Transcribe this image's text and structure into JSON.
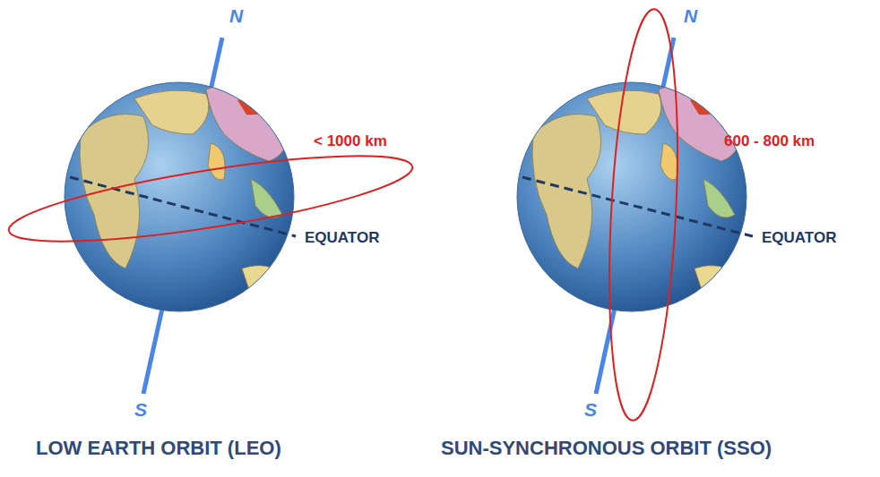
{
  "diagram": {
    "labels": [
      "N",
      "< 1000 km",
      "EQUATOR",
      "S",
      "LOW EARTH ORBIT (LEO)",
      "N",
      "600 - 800 km",
      "EQUATOR",
      "S",
      "SUN-SYNCHRONOUS ORBIT (SSO)"
    ]
  }
}
